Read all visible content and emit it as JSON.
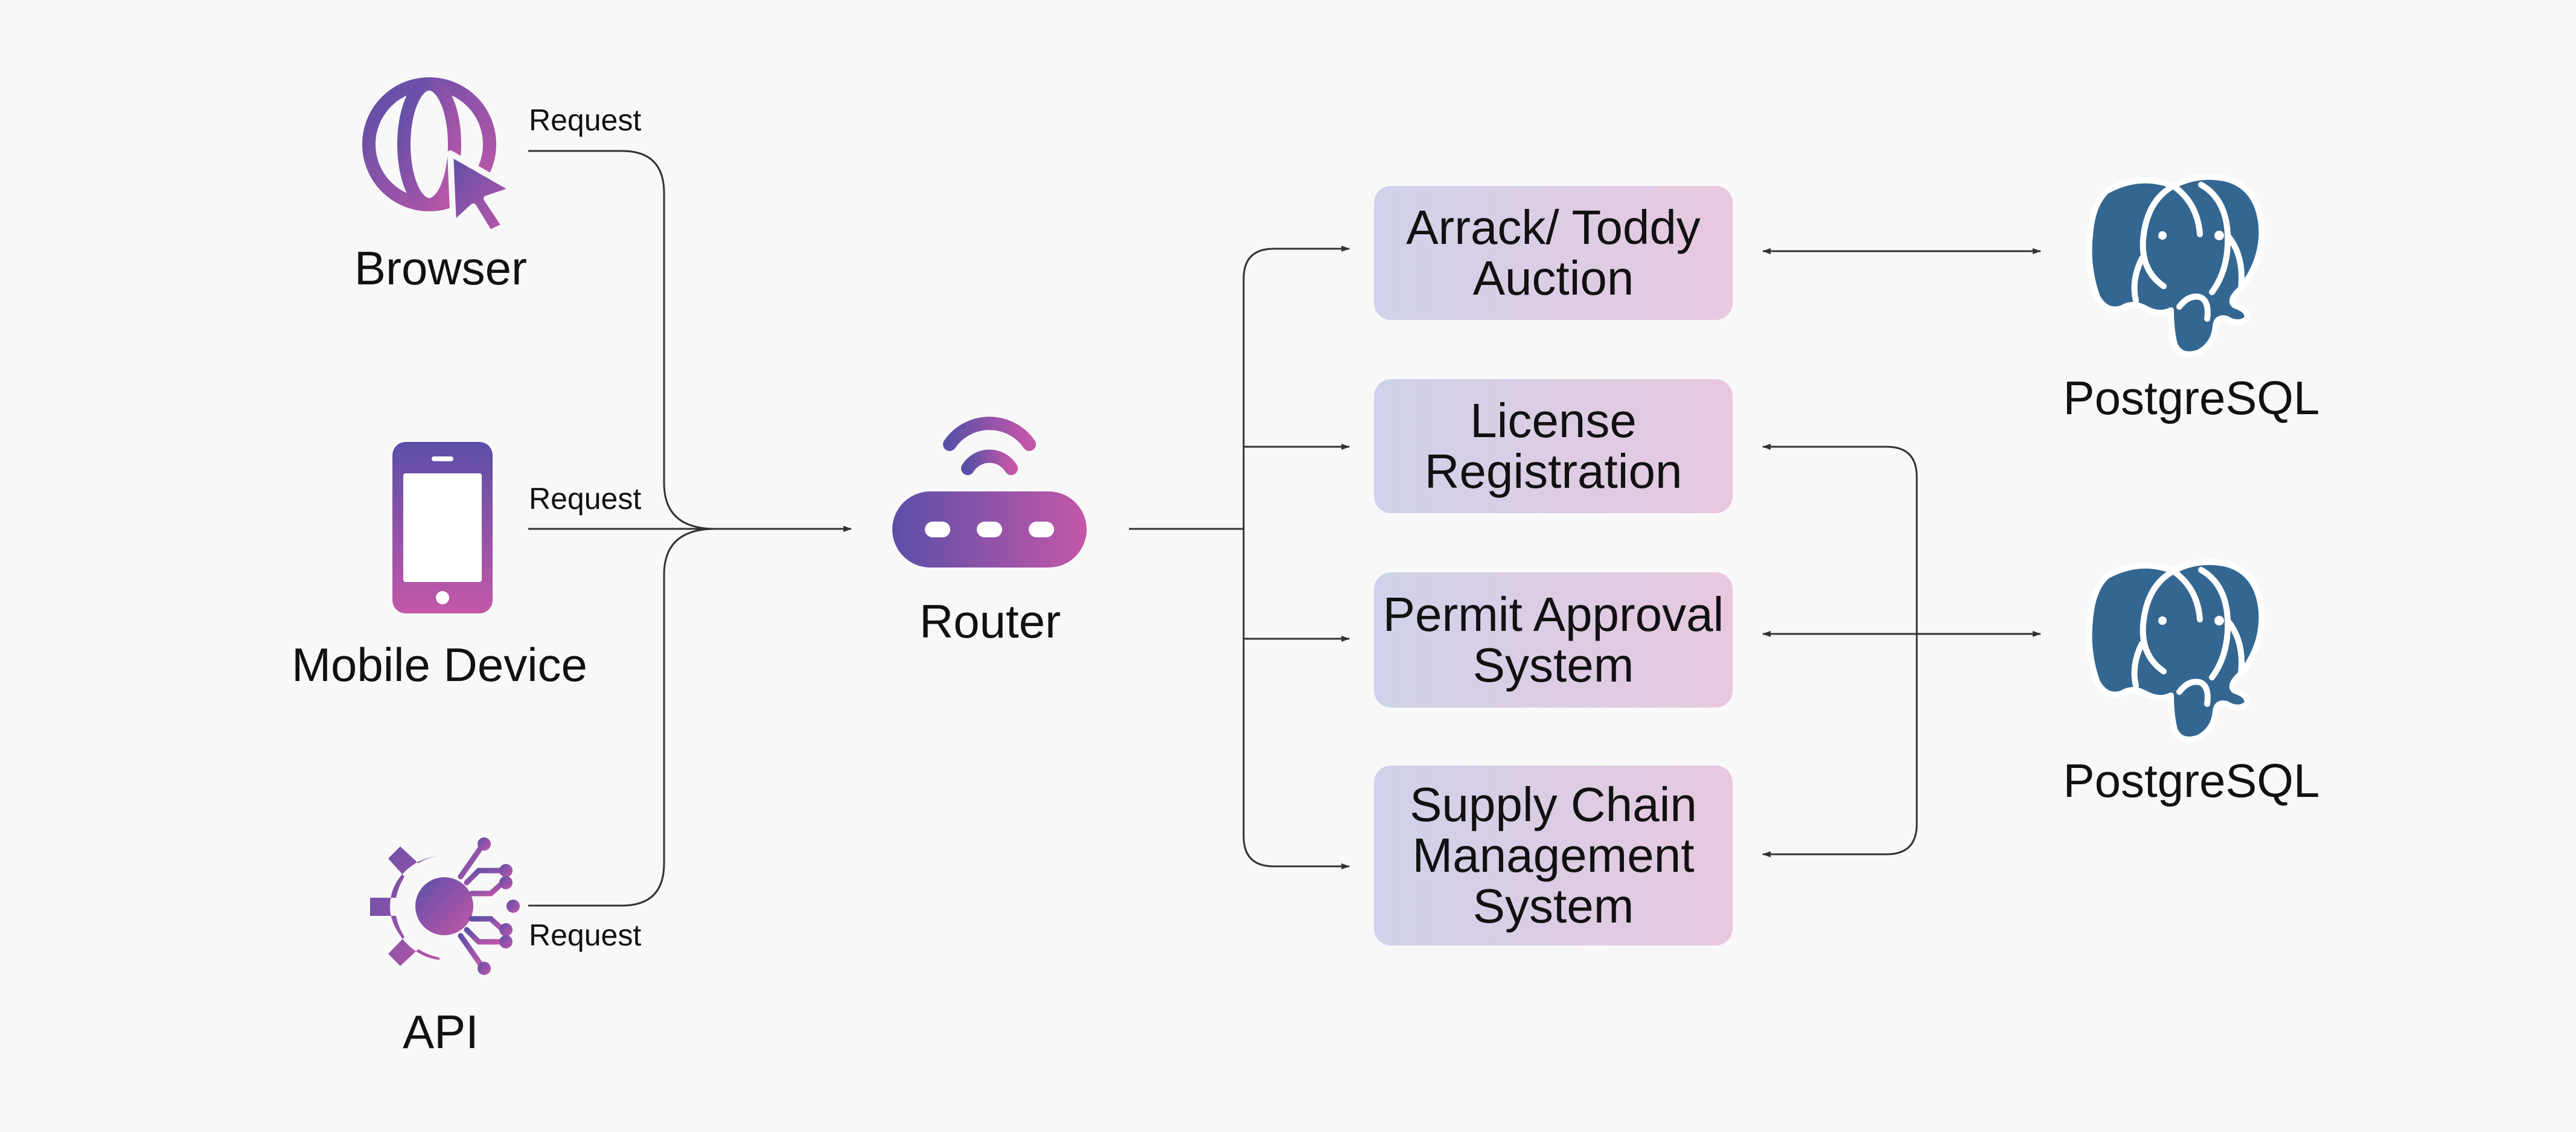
{
  "colors": {
    "background": "#f8f8f9",
    "gradient_start": "#5a4fa8",
    "gradient_end": "#c457a8",
    "box_start": "#cfd2ea",
    "box_end": "#e8c8df",
    "postgres_blue": "#336791",
    "connector": "#333333"
  },
  "clients": [
    {
      "label": "Browser",
      "icon": "globe-cursor-icon",
      "edge_label": "Request"
    },
    {
      "label": "Mobile Device",
      "icon": "mobile-phone-icon",
      "edge_label": "Request"
    },
    {
      "label": "API",
      "icon": "gear-circuit-icon",
      "edge_label": "Request"
    }
  ],
  "router": {
    "label": "Router",
    "icon": "wifi-router-icon"
  },
  "services": [
    {
      "lines": [
        "Arrack/ Toddy",
        "Auction"
      ]
    },
    {
      "lines": [
        "License",
        "Registration"
      ]
    },
    {
      "lines": [
        "Permit Approval",
        "System"
      ]
    },
    {
      "lines": [
        "Supply Chain",
        "Management",
        "System"
      ]
    }
  ],
  "databases": [
    {
      "label": "PostgreSQL",
      "icon": "postgresql-elephant-icon"
    },
    {
      "label": "PostgreSQL",
      "icon": "postgresql-elephant-icon"
    }
  ]
}
